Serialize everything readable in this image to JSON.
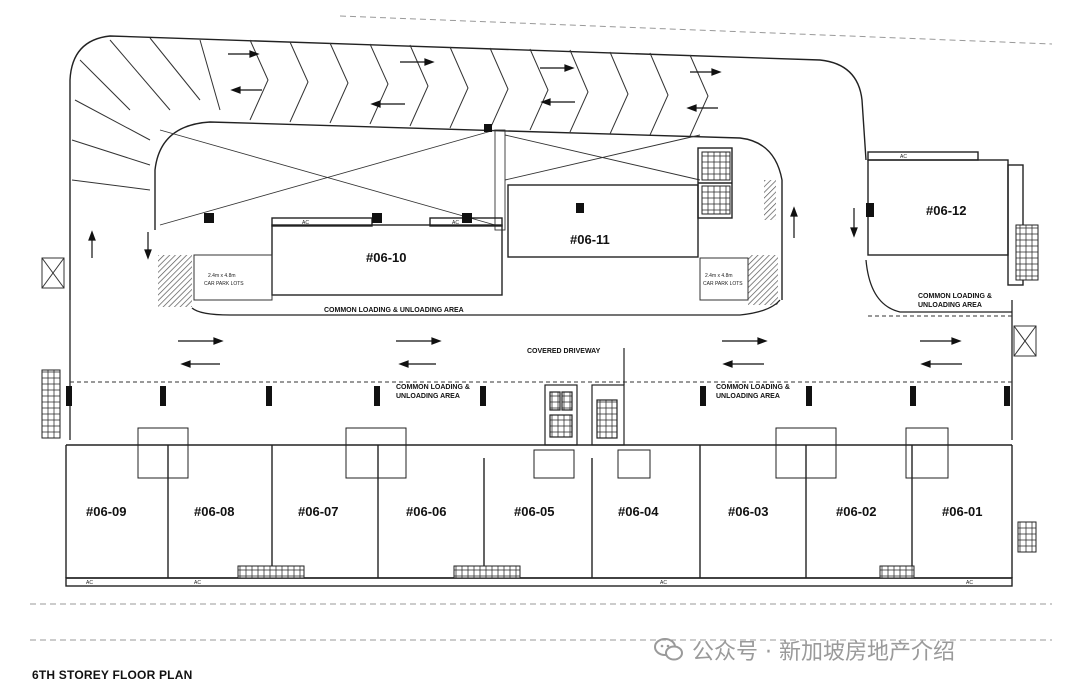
{
  "title": "6TH STOREY FLOOR PLAN",
  "watermark": "公众号 · 新加坡房地产介绍",
  "units": {
    "u01": "#06-01",
    "u02": "#06-02",
    "u03": "#06-03",
    "u04": "#06-04",
    "u05": "#06-05",
    "u06": "#06-06",
    "u07": "#06-07",
    "u08": "#06-08",
    "u09": "#06-09",
    "u10": "#06-10",
    "u11": "#06-11",
    "u12": "#06-12"
  },
  "labels": {
    "covered_driveway": "COVERED DRIVEWAY",
    "common_loading_top": "COMMON LOADING & UNLOADING AREA",
    "common_loading_1": "COMMON LOADING &",
    "common_loading_2": "UNLOADING AREA",
    "ac": "AC",
    "car_park": "CAR PARK LOTS",
    "car_park_size": "2.4m x 4.8m"
  }
}
